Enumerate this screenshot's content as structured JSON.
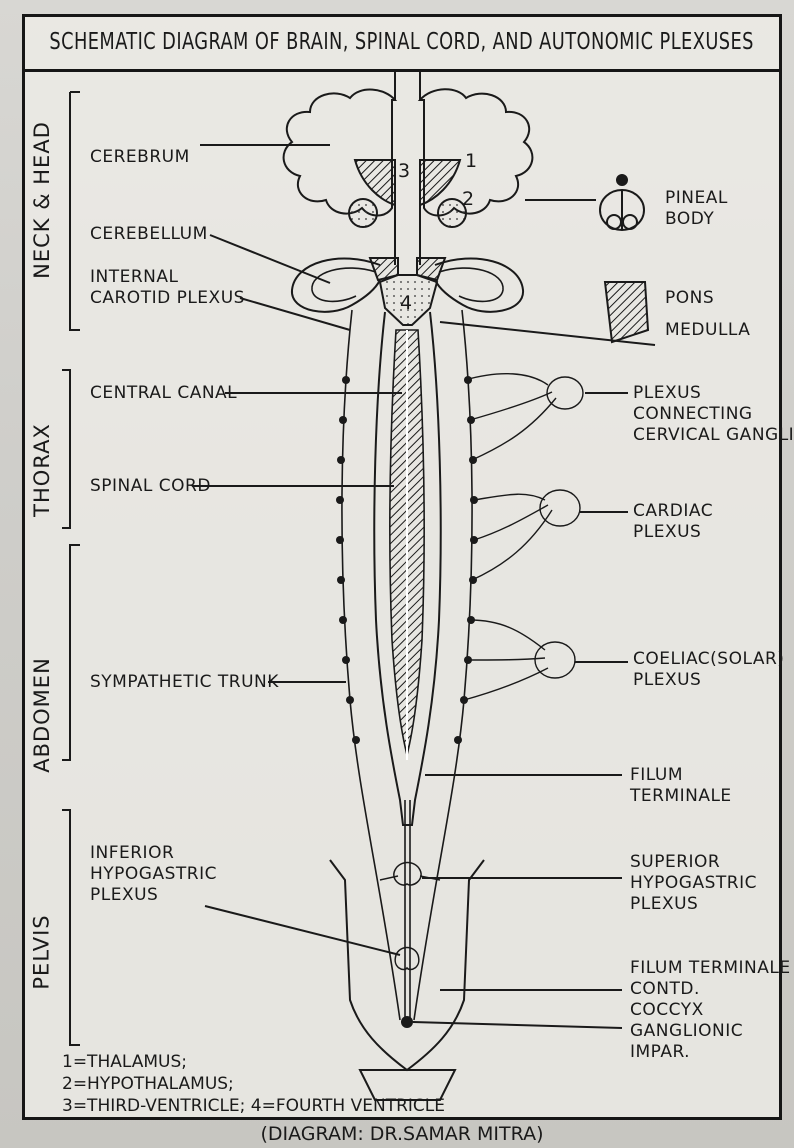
{
  "title": "SCHEMATIC DIAGRAM OF BRAIN, SPINAL CORD, AND AUTONOMIC PLEXUSES",
  "regions": [
    {
      "id": "neck-head",
      "label": "NECK & HEAD"
    },
    {
      "id": "thorax",
      "label": "THORAX"
    },
    {
      "id": "abdomen",
      "label": "ABDOMEN"
    },
    {
      "id": "pelvis",
      "label": "PELVIS"
    }
  ],
  "left_labels": {
    "cerebrum": "CEREBRUM",
    "cerebellum": "CEREBELLUM",
    "internal_carotid_1": "INTERNAL",
    "internal_carotid_2": "CAROTID PLEXUS",
    "central_canal": "CENTRAL CANAL",
    "spinal_cord": "SPINAL CORD",
    "sympathetic_trunk": "SYMPATHETIC TRUNK",
    "inferior_hypogastric_1": "INFERIOR",
    "inferior_hypogastric_2": "HYPOGASTRIC",
    "inferior_hypogastric_3": "PLEXUS"
  },
  "right_labels": {
    "pineal_1": "PINEAL",
    "pineal_2": "BODY",
    "pons": "PONS",
    "medulla": "MEDULLA",
    "plexus_cervical_1": "PLEXUS",
    "plexus_cervical_2": "CONNECTING",
    "plexus_cervical_3": "CERVICAL GANGLIA",
    "cardiac_1": "CARDIAC",
    "cardiac_2": "PLEXUS",
    "coeliac_1": "COELIAC(SOLAR)",
    "coeliac_2": "PLEXUS",
    "filum_1": "FILUM",
    "filum_2": "TERMINALE",
    "superior_hypogastric_1": "SUPERIOR",
    "superior_hypogastric_2": "HYPOGASTRIC",
    "superior_hypogastric_3": "PLEXUS",
    "filum_contd_1": "FILUM TERMINALE",
    "filum_contd_2": "CONTD.",
    "coccyx": "COCCYX",
    "ganglionic": "GANGLIONIC",
    "impar": "IMPAR."
  },
  "numbers": {
    "n1": "1",
    "n2": "2",
    "n3": "3",
    "n4": "4"
  },
  "legend": [
    "1=THALAMUS;",
    "2=HYPOTHALAMUS;",
    "3=THIRD-VENTRICLE; 4=FOURTH VENTRICLE"
  ],
  "credit": "(DIAGRAM: DR.SAMAR MITRA)"
}
